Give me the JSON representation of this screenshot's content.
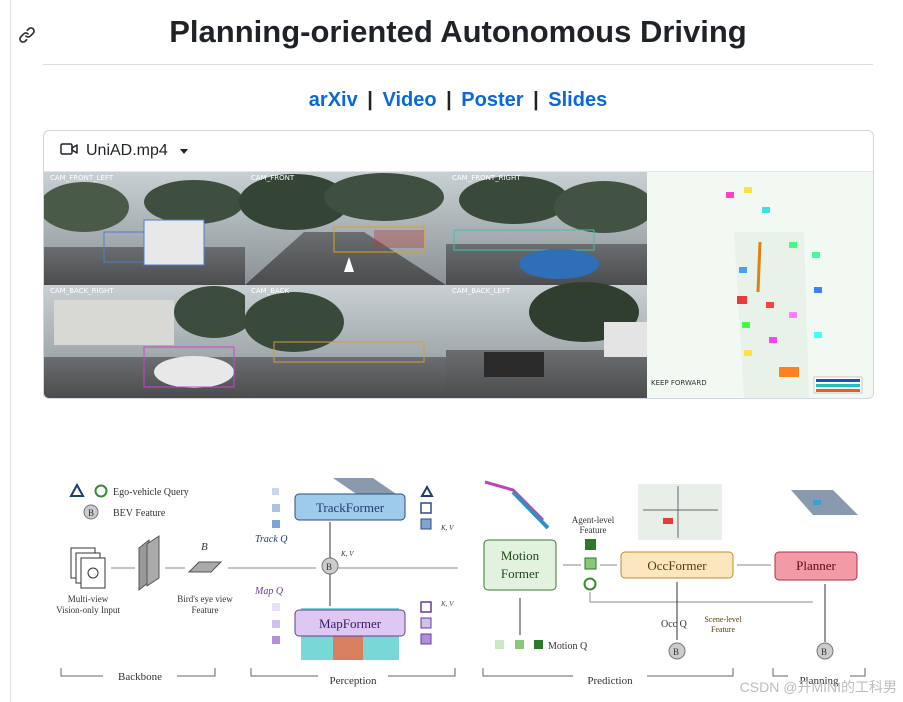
{
  "page": {
    "title": "Planning-oriented Autonomous Driving",
    "links": [
      "arXiv",
      "Video",
      "Poster",
      "Slides"
    ],
    "separator": "|"
  },
  "video": {
    "filename": "UniAD.mp4",
    "camera_labels": [
      "CAM_FRONT_LEFT",
      "CAM_FRONT",
      "CAM_FRONT_RIGHT",
      "CAM_BACK_RIGHT",
      "CAM_BACK",
      "CAM_BACK_LEFT"
    ],
    "bev_text": "KEEP FORWARD"
  },
  "diagram": {
    "legend_query": "Ego-vehicle Query",
    "legend_bev": "BEV Feature",
    "input_label_1": "Multi-view",
    "input_label_2": "Vision-only Input",
    "b_label": "B",
    "bev_label_1": "Bird's eye view",
    "bev_label_2": "Feature",
    "trackformer": "TrackFormer",
    "mapformer": "MapFormer",
    "track_q": "Track Q",
    "map_q": "Map Q",
    "kv": "K, V",
    "motionformer_1": "Motion",
    "motionformer_2": "Former",
    "occformer": "OccFormer",
    "planner": "Planner",
    "agent_feature_1": "Agent-level",
    "agent_feature_2": "Feature",
    "scene_feature_1": "Scene-level",
    "scene_feature_2": "Feature",
    "motion_q": "Motion Q",
    "occ_q": "Occ Q",
    "stages": [
      "Backbone",
      "Perception",
      "Prediction",
      "Planning"
    ]
  },
  "watermark": "CSDN @开MINI的工科男",
  "colors": {
    "link": "#0969da",
    "track": "#9ecbec",
    "map": "#d8c4ec",
    "occ": "#fbe6bf",
    "plan": "#f29aa6",
    "motion": "#e3f2de"
  }
}
